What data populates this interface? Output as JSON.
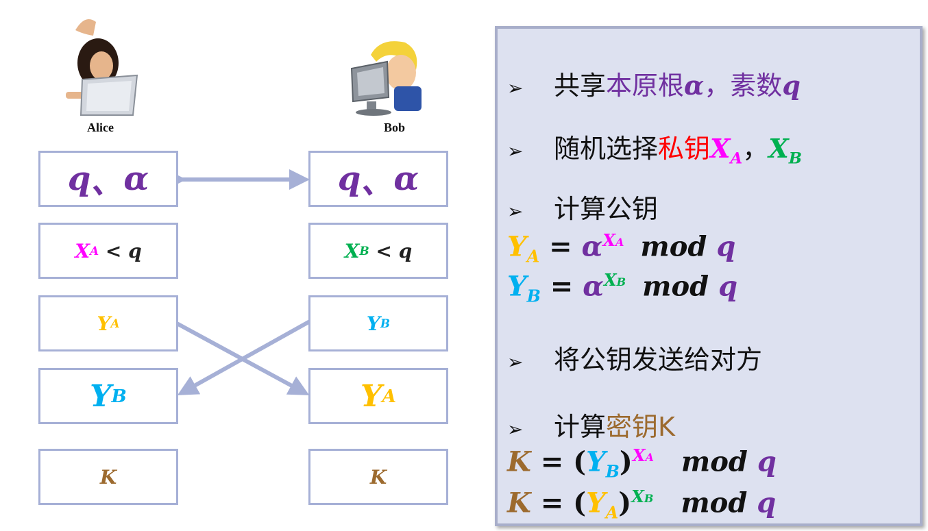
{
  "alice": {
    "caption": "Alice"
  },
  "bob": {
    "caption": "Bob"
  },
  "boxes": {
    "shared": {
      "q": "q",
      "sep": "、",
      "alpha": "α"
    },
    "alice_private": {
      "x": "X",
      "xsub": "A",
      "lt": " < ",
      "q": "q"
    },
    "bob_private": {
      "x": "X",
      "xsub": "B",
      "lt": " < ",
      "q": "q"
    },
    "alice_public": {
      "y": "Y",
      "sub": "A"
    },
    "bob_public": {
      "y": "Y",
      "sub": "B"
    },
    "alice_received": {
      "y": "Y",
      "sub": "B"
    },
    "bob_received": {
      "y": "Y",
      "sub": "A"
    },
    "key": "K"
  },
  "panel": {
    "bullet": "➢",
    "l1": {
      "a": "共享",
      "b": "本原根",
      "alpha": "α",
      "comma": "，",
      "c": "素数",
      "q": "q"
    },
    "l2": {
      "a": "随机选择",
      "b": "私钥",
      "x": "X",
      "xa": "A",
      "comma": "，",
      "x2": "X",
      "xb": "B"
    },
    "l3": {
      "a": "计算公钥"
    },
    "eq1": {
      "y": "Y",
      "ya": "A",
      "eq": " = ",
      "alpha": "α",
      "x": "X",
      "xa": "A",
      "mod": "mod",
      "q": "q"
    },
    "eq2": {
      "y": "Y",
      "yb": "B",
      "eq": " = ",
      "alpha": "α",
      "x": "X",
      "xb": "B",
      "mod": "mod",
      "q": "q"
    },
    "l4": {
      "a": "将公钥发送给对方"
    },
    "l5": {
      "a": "计算",
      "b": "密",
      "c": "钥K"
    },
    "eq3": {
      "k": "K",
      "eq": " = (",
      "y": "Y",
      "sub": "B",
      "close": ")",
      "x": "X",
      "xs": "A",
      "mod": "mod",
      "q": "q"
    },
    "eq4": {
      "k": "K",
      "eq": " = (",
      "y": "Y",
      "sub": "A",
      "close": ")",
      "x": "X",
      "xs": "B",
      "mod": "mod",
      "q": "q"
    }
  },
  "colors": {
    "box_border": "#a6b0d6",
    "arrow": "#a6b0d6",
    "panel_bg": "#dde1f0",
    "purple": "#7030a0",
    "magenta": "#ff00ff",
    "green": "#00b050",
    "red": "#ff0000",
    "gold": "#ffc000",
    "blue": "#00b0f0",
    "brown": "#9c6a2e"
  }
}
